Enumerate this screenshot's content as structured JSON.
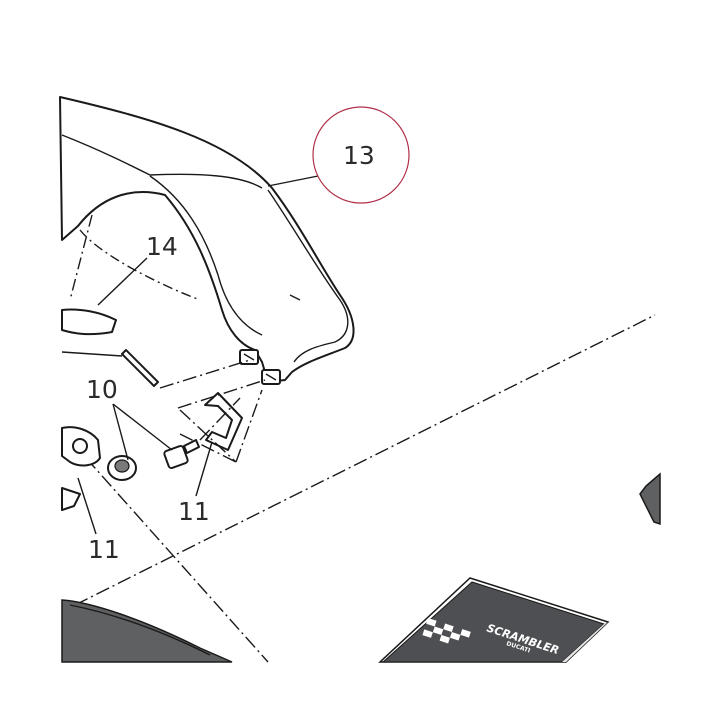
{
  "callouts": [
    {
      "id": "13",
      "label": "13",
      "highlighted": true
    },
    {
      "id": "14",
      "label": "14"
    },
    {
      "id": "10",
      "label": "10"
    },
    {
      "id": "11a",
      "label": "11"
    },
    {
      "id": "11b",
      "label": "11"
    }
  ],
  "manual": {
    "brand_line1": "SCRAMBLER",
    "brand_line2": "DUCATI"
  },
  "colors": {
    "highlight_circle": "#b03048",
    "line": "#1a1a1a",
    "shaded": "#5f6062"
  },
  "icons": [
    "checkered-flag-icon"
  ]
}
